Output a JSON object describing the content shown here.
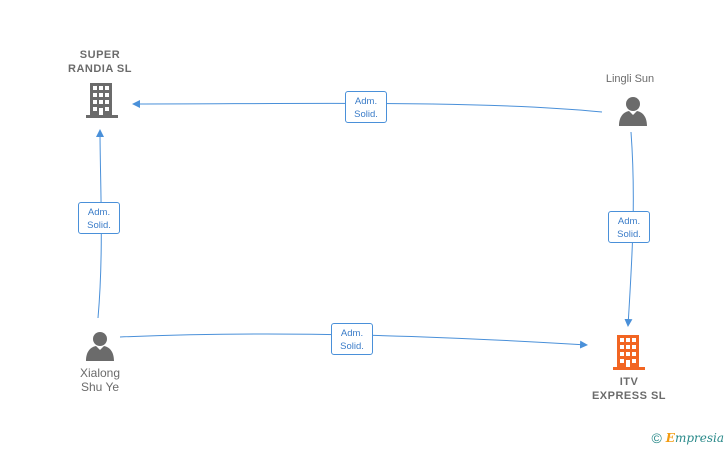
{
  "nodes": {
    "super_randia": {
      "label": "SUPER\nRANDIA  SL",
      "type": "company",
      "color": "#6b6b6b"
    },
    "lingli_sun": {
      "label": "Lingli Sun",
      "type": "person",
      "color": "#6b6b6b"
    },
    "xialong": {
      "label": "Xialong\nShu Ye",
      "type": "person",
      "color": "#6b6b6b"
    },
    "itv_express": {
      "label": "ITV\nEXPRESS  SL",
      "type": "company",
      "color": "#f26522"
    }
  },
  "edges": [
    {
      "from": "Lingli Sun",
      "to": "SUPER RANDIA SL",
      "label": "Adm.\nSolid."
    },
    {
      "from": "Xialong Shu Ye",
      "to": "SUPER RANDIA SL",
      "label": "Adm.\nSolid."
    },
    {
      "from": "Lingli Sun",
      "to": "ITV EXPRESS SL",
      "label": "Adm.\nSolid."
    },
    {
      "from": "Xialong Shu Ye",
      "to": "ITV EXPRESS SL",
      "label": "Adm.\nSolid."
    }
  ],
  "colors": {
    "edge": "#4a90d9",
    "node_gray": "#6b6b6b",
    "node_orange": "#f26522"
  },
  "watermark": {
    "copyright": "©",
    "brand_initial": "E",
    "brand_rest": "mpresia"
  }
}
